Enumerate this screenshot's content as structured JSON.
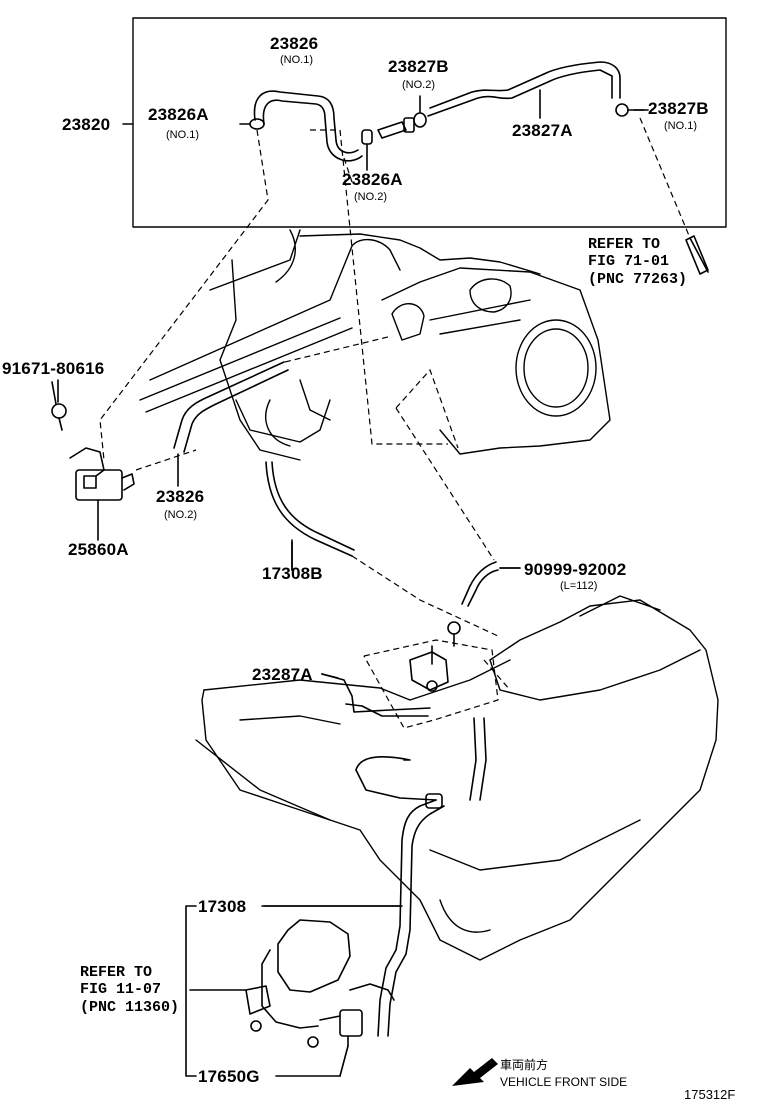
{
  "parts": {
    "p23820": "23820",
    "p23826_top": "23826",
    "p23826_top_sub": "(NO.1)",
    "p23826A_left": "23826A",
    "p23826A_left_sub": "(NO.1)",
    "p23827B_mid": "23827B",
    "p23827B_mid_sub": "(NO.2)",
    "p23826A_mid": "23826A",
    "p23826A_mid_sub": "(NO.2)",
    "p23827A": "23827A",
    "p23827B_right": "23827B",
    "p23827B_right_sub": "(NO.1)",
    "p91671": "91671-80616",
    "p23826_no2": "23826",
    "p23826_no2_sub": "(NO.2)",
    "p25860A": "25860A",
    "p17308B": "17308B",
    "p90999": "90999-92002",
    "p90999_sub": "(L=112)",
    "p23287A": "23287A",
    "p17308": "17308",
    "p17650G": "17650G"
  },
  "references": {
    "ref_top": [
      "REFER TO",
      "FIG 71-01",
      "(PNC 77263)"
    ],
    "ref_bottom": [
      "REFER TO",
      "FIG 11-07",
      "(PNC 11360)"
    ]
  },
  "direction": {
    "jp": "車両前方",
    "en": "VEHICLE FRONT SIDE"
  },
  "illustration_code": "175312F"
}
